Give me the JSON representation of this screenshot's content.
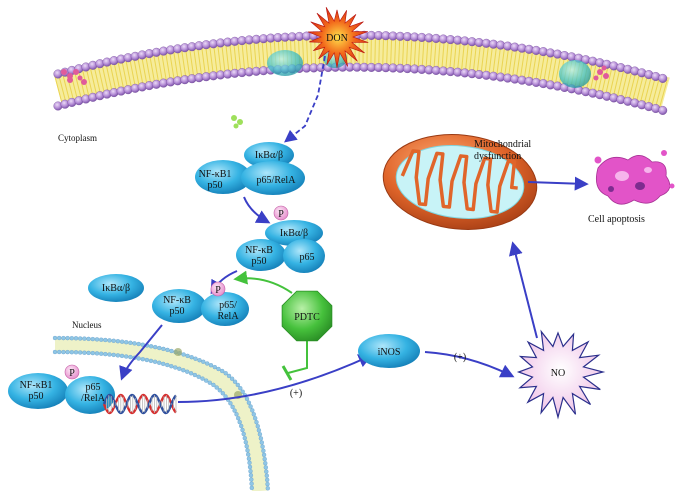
{
  "labels": {
    "don": "DON",
    "cytoplasm": "Cytoplasm",
    "nucleus": "Nucleus",
    "mito_line1": "Mitochondrial",
    "mito_line2": "dysfunction",
    "apoptosis": "Cell apoptosis",
    "inos": "iNOS",
    "no": "NO",
    "pdtc": "PDTC",
    "plus_1": "(+)",
    "plus_2": "(+)",
    "phospho": "P"
  },
  "complexes": {
    "c1": {
      "ikb": "IκBα/β",
      "nfkb_line1": "NF-κB1",
      "nfkb_line2": "p50",
      "p65": "p65/RelA"
    },
    "c2": {
      "ikb": "IκBα/β",
      "nfkb_line1": "NF-κB",
      "nfkb_line2": "p50",
      "p65": "p65"
    },
    "free_ikb": "IκBα/β",
    "c3": {
      "nfkb_line1": "NF-κB",
      "nfkb_line2": "p50",
      "p65_line1": "p65/",
      "p65_line2": "RelA"
    },
    "c4": {
      "nfkb_line1": "NF-κB1",
      "nfkb_line2": "p50",
      "p65_line1": "p65",
      "p65_line2": "/RelA"
    }
  },
  "colors": {
    "oval_blue": "#1fa3d8",
    "oval_blue_light": "#7fd3f2",
    "membrane_head": "#b48cd6",
    "arrow_blue": "#3a3fc6",
    "pdtc_green": "#44c23c",
    "phospho_pink": "#f2a8da",
    "don_red": "#e3241c",
    "no_pink": "#f4d4ef",
    "mito_orange": "#d85f26"
  }
}
